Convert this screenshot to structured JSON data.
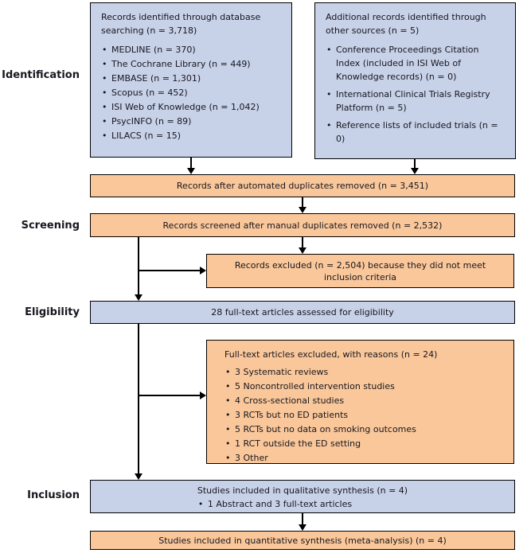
{
  "colors": {
    "box_blue": "#C7D1E8",
    "box_orange": "#FAC79A",
    "border": "#000000",
    "text": "#17171f"
  },
  "stages": {
    "identification": "Identification",
    "screening": "Screening",
    "eligibility": "Eligibility",
    "inclusion": "Inclusion"
  },
  "boxes": {
    "database": {
      "title": "Records identified through database searching (n = 3,718)",
      "items": [
        "MEDLINE (n = 370)",
        "The Cochrane Library (n = 449)",
        "EMBASE (n = 1,301)",
        "Scopus (n = 452)",
        "ISI Web of Knowledge (n = 1,042)",
        "PsycINFO (n = 89)",
        "LILACS (n = 15)"
      ]
    },
    "other_sources": {
      "title": "Additional records identified through other sources (n = 5)",
      "items": [
        "Conference Proceedings Citation Index (included in ISI Web of Knowledge records) (n = 0)",
        "International Clinical Trials Registry Platform (n = 5)",
        "Reference lists of included trials (n = 0)"
      ]
    },
    "auto_dedup": {
      "text": "Records after automated duplicates removed (n = 3,451)"
    },
    "manual_dedup": {
      "text": "Records screened after manual duplicates removed (n = 2,532)"
    },
    "records_excluded": {
      "text": "Records excluded (n = 2,504) because they did not meet inclusion criteria"
    },
    "eligibility_assessed": {
      "text": "28 full-text articles assessed for eligibility"
    },
    "fulltext_excluded": {
      "title": "Full-text articles excluded, with reasons (n = 24)",
      "items": [
        "3 Systematic reviews",
        "5 Noncontrolled intervention studies",
        "4 Cross-sectional studies",
        "3 RCTs but no ED patients",
        "5 RCTs but no data on smoking outcomes",
        "1 RCT outside the ED setting",
        "3 Other"
      ]
    },
    "qualitative": {
      "title": "Studies included in qualitative synthesis (n = 4)",
      "items": [
        "1 Abstract and 3 full-text articles"
      ]
    },
    "quantitative": {
      "text": "Studies included in quantitative synthesis (meta-analysis) (n = 4)"
    }
  }
}
